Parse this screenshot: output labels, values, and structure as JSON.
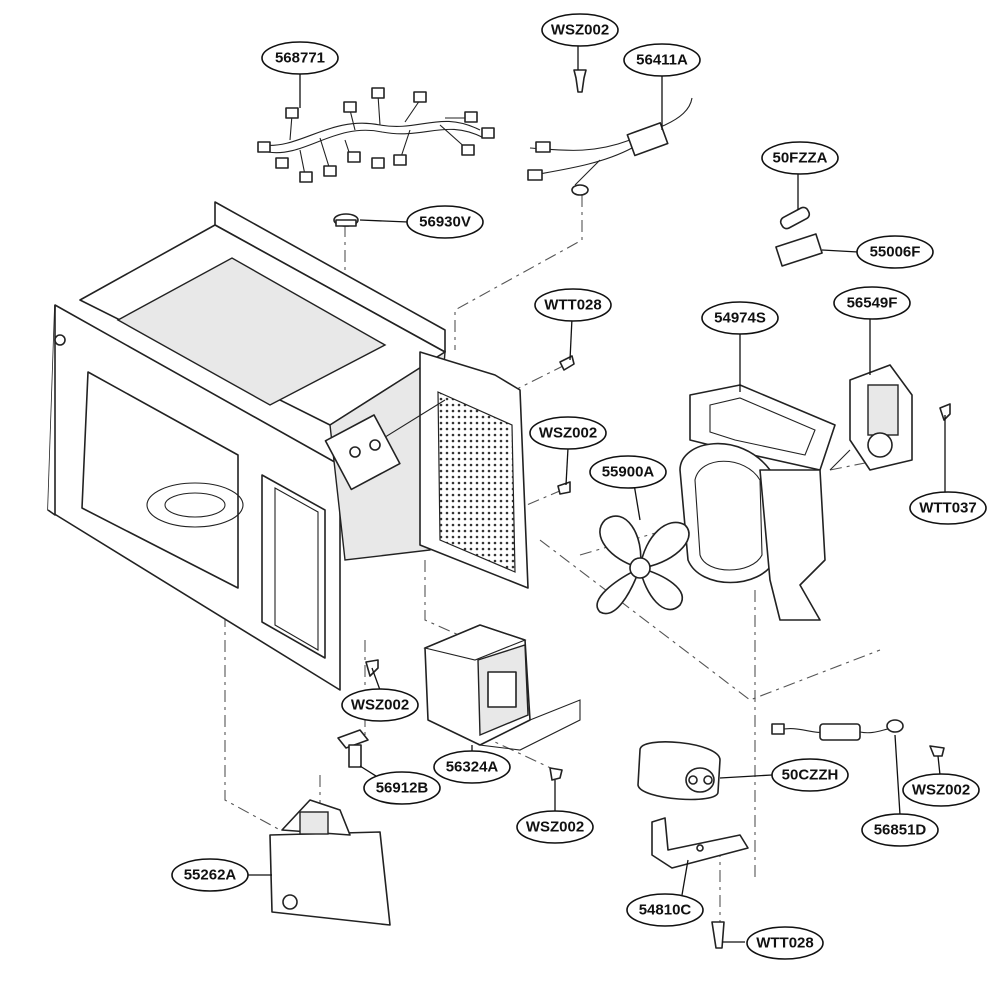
{
  "callouts": [
    {
      "id": "568771",
      "label": "568771"
    },
    {
      "id": "WSZ002-top",
      "label": "WSZ002"
    },
    {
      "id": "56411A",
      "label": "56411A"
    },
    {
      "id": "50FZZA",
      "label": "50FZZA"
    },
    {
      "id": "56930V",
      "label": "56930V"
    },
    {
      "id": "55006F",
      "label": "55006F"
    },
    {
      "id": "WTT028-upper",
      "label": "WTT028"
    },
    {
      "id": "54974S",
      "label": "54974S"
    },
    {
      "id": "56549F",
      "label": "56549F"
    },
    {
      "id": "WSZ002-mid",
      "label": "WSZ002"
    },
    {
      "id": "55900A",
      "label": "55900A"
    },
    {
      "id": "WTT037",
      "label": "WTT037"
    },
    {
      "id": "WSZ002-left",
      "label": "WSZ002"
    },
    {
      "id": "56324A",
      "label": "56324A"
    },
    {
      "id": "56912B",
      "label": "56912B"
    },
    {
      "id": "50CZZH",
      "label": "50CZZH"
    },
    {
      "id": "WSZ002-right",
      "label": "WSZ002"
    },
    {
      "id": "56851D",
      "label": "56851D"
    },
    {
      "id": "WSZ002-bottom",
      "label": "WSZ002"
    },
    {
      "id": "55262A",
      "label": "55262A"
    },
    {
      "id": "54810C",
      "label": "54810C"
    },
    {
      "id": "WTT028-lower",
      "label": "WTT028"
    }
  ]
}
